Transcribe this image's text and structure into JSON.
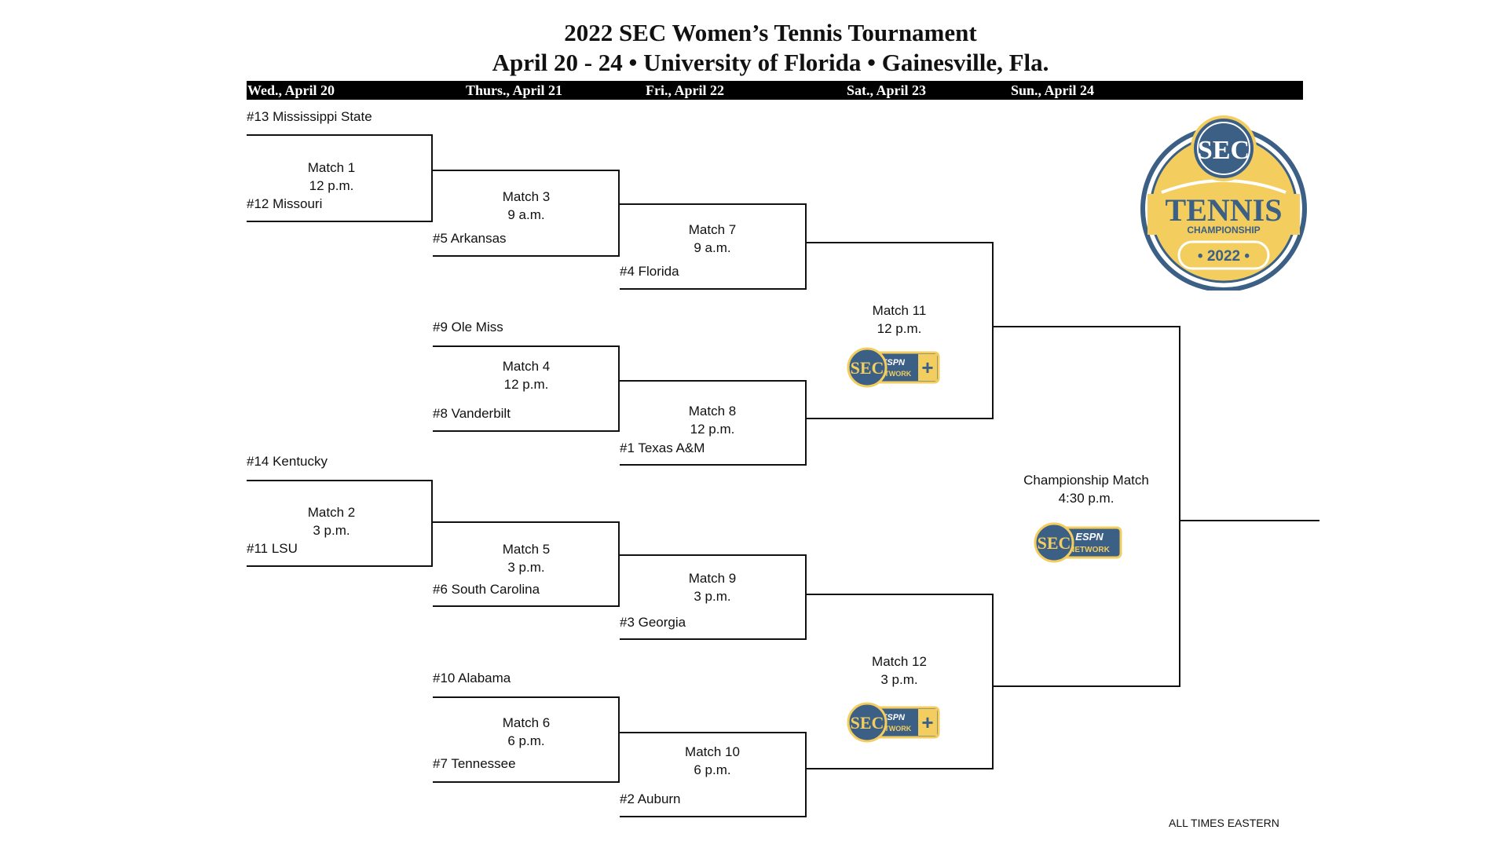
{
  "title": {
    "line1": "2022  SEC Women’s Tennis Tournament",
    "line2": "April  20 - 24 • University of Florida  • Gainesville, Fla."
  },
  "days": [
    "Wed., April 20",
    "Thurs., April 21",
    "Fri., April 22",
    "Sat., April 23",
    "Sun., April 24"
  ],
  "teams": {
    "mississippi_state": "#13 Mississippi State",
    "missouri": "#12 Missouri",
    "arkansas": "#5 Arkansas",
    "florida": "#4 Florida",
    "ole_miss": "#9 Ole Miss",
    "vanderbilt": "#8 Vanderbilt",
    "texas_am": "#1 Texas A&M",
    "kentucky": "#14 Kentucky",
    "lsu": "#11 LSU",
    "south_carolina": "#6 South Carolina",
    "georgia": "#3 Georgia",
    "alabama": "#10 Alabama",
    "tennessee": "#7 Tennessee",
    "auburn": "#2 Auburn"
  },
  "matches": {
    "m1": {
      "name": "Match 1",
      "time": "12 p.m."
    },
    "m2": {
      "name": "Match 2",
      "time": "3 p.m."
    },
    "m3": {
      "name": "Match 3",
      "time": "9 a.m."
    },
    "m4": {
      "name": "Match 4",
      "time": "12 p.m."
    },
    "m5": {
      "name": "Match 5",
      "time": "3 p.m."
    },
    "m6": {
      "name": "Match 6",
      "time": "6 p.m."
    },
    "m7": {
      "name": "Match 7",
      "time": "9 a.m."
    },
    "m8": {
      "name": "Match 8",
      "time": "12 p.m."
    },
    "m9": {
      "name": "Match 9",
      "time": "3 p.m."
    },
    "m10": {
      "name": "Match 10",
      "time": "6 p.m."
    },
    "m11": {
      "name": "Match 11",
      "time": "12 p.m."
    },
    "m12": {
      "name": "Match 12",
      "time": "3 p.m."
    },
    "final": {
      "name": "Championship Match",
      "time": "4:30 p.m."
    }
  },
  "logo": {
    "sec": "SEC",
    "word": "TENNIS",
    "sub": "CHAMPIONSHIP",
    "year": "• 2022 •"
  },
  "tv": {
    "sec": "SEC",
    "espn": "ESPN",
    "network": "NETWORK",
    "plus": "+"
  },
  "footer": "ALL TIMES EASTERN",
  "colors": {
    "navy": "#3b5f85",
    "gold": "#f3cd5e",
    "band": "#000000"
  }
}
